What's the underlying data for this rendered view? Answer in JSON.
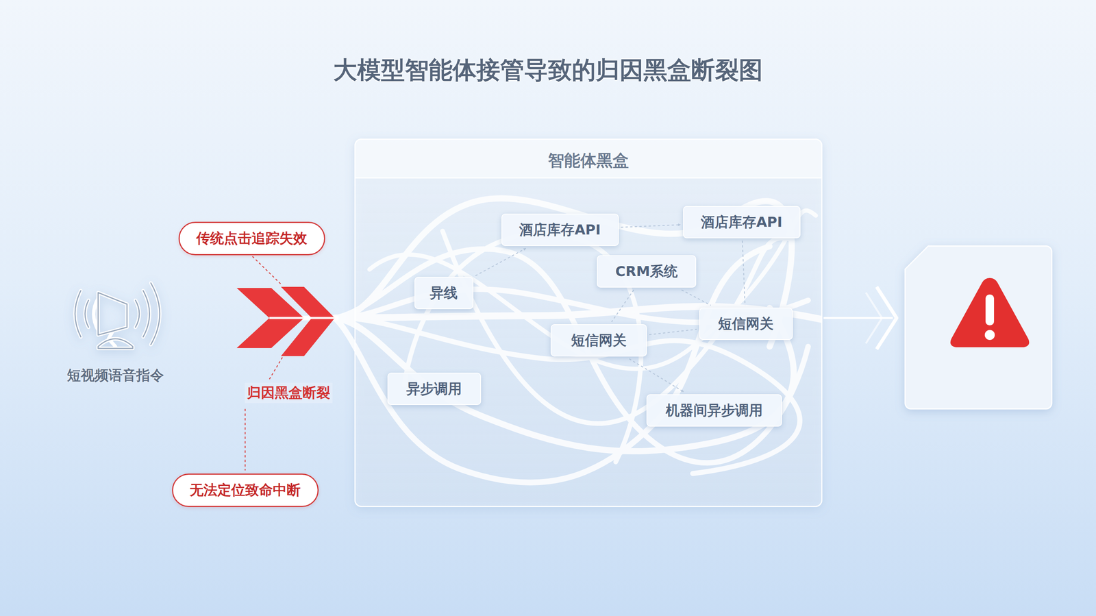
{
  "diagram": {
    "title": "大模型智能体接管导致的归因黑盒断裂图",
    "nodes": [
      {
        "text": [
          "智能体黑盒"
        ]
      },
      {
        "text": [
          "酒店库存API"
        ],
        "in": 0
      },
      {
        "text": [
          "酒店库存API"
        ],
        "in": 0
      },
      {
        "text": [
          "CRM系统"
        ],
        "in": 0
      },
      {
        "text": [
          "异线"
        ],
        "in": 0
      },
      {
        "text": [
          "短信网关"
        ],
        "in": 0
      },
      {
        "text": [
          "短信网关"
        ],
        "in": 0
      },
      {
        "text": [
          "异步调用"
        ],
        "in": 0
      },
      {
        "text": [
          "机器间异步调用"
        ],
        "in": 0
      },
      {
        "text": [
          "传统点击追踪失效"
        ]
      },
      {
        "text": [
          "无法定位致命中断"
        ]
      }
    ],
    "edges": [
      {
        "from": 1,
        "to": 2,
        "arrow": "to"
      },
      {
        "from": 4,
        "to": 1,
        "arrow": "to"
      },
      {
        "from": 3,
        "to": 6,
        "arrow": "none"
      },
      {
        "from": 3,
        "to": 5,
        "arrow": "none"
      },
      {
        "from": 5,
        "to": 6,
        "arrow": "none"
      },
      {
        "from": 2,
        "to": 6,
        "arrow": "none"
      },
      {
        "from": 5,
        "to": 8,
        "arrow": "to"
      }
    ],
    "labels": [
      "短视频语音指令",
      "归因黑盒断裂"
    ]
  }
}
